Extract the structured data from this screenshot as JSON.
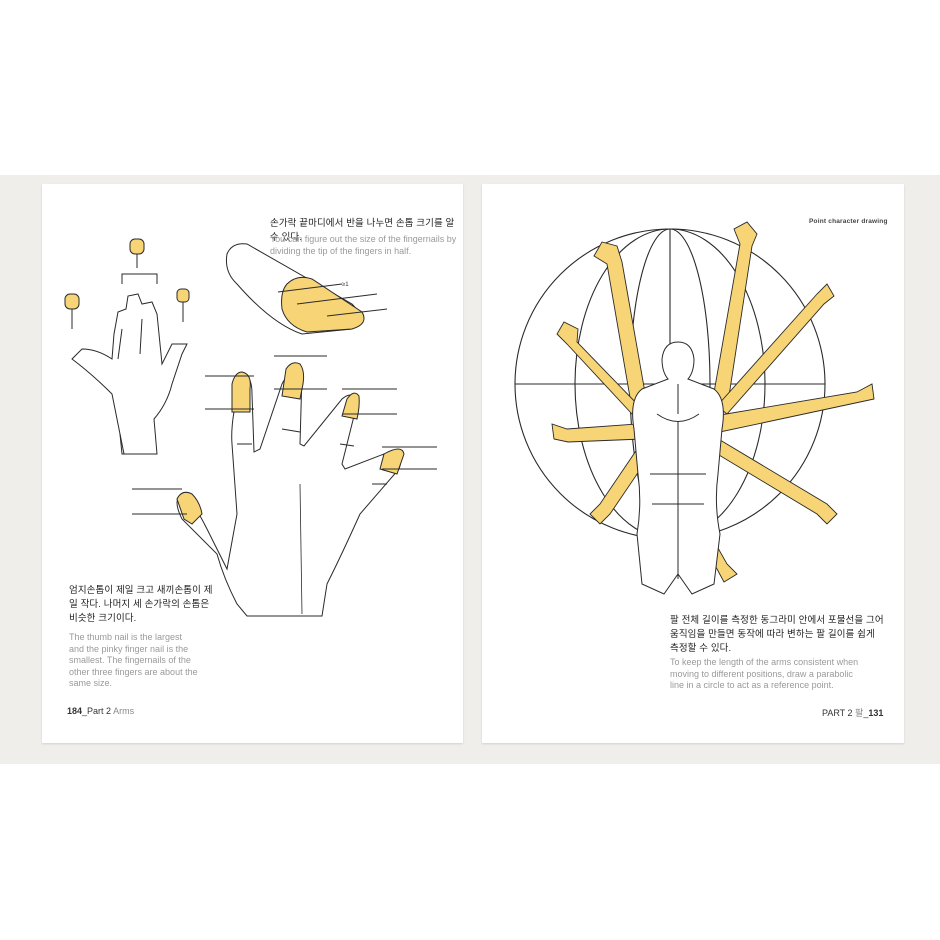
{
  "left_page": {
    "caption_top": {
      "korean": "손가락 끝마디에서 반을 나누면 손톱 크기를 알 수 있다.",
      "english_line1": "You can figure out the size of the fingernails by",
      "english_line2": "dividing the tip of the fingers in half."
    },
    "caption_bottom": {
      "korean_line1": "엄지손톱이 제일 크고 새끼손톱이 제",
      "korean_line2": "일 작다. 나머지 세 손가락의 손톱은",
      "korean_line3": "비슷한 크기이다.",
      "english_line1": "The thumb nail is the largest",
      "english_line2": "and the pinky finger nail is the",
      "english_line3": "smallest. The fingernails of the",
      "english_line4": "other three fingers are about the",
      "english_line5": "same size."
    },
    "footer": {
      "page_number": "184",
      "separator": "_",
      "part": "Part 2",
      "section": "Arms"
    },
    "annotation_small": "≥1"
  },
  "right_page": {
    "header": "Point character drawing",
    "caption": {
      "korean_line1": "팔 전체 길이를 측정한 동그라미 안에서 포물선을 그어",
      "korean_line2": "움직임을 만들면 동작에 따라 변하는 팔 길이를 쉽게",
      "korean_line3": "측정할 수 있다.",
      "english_line1": "To keep the length of the arms consistent when",
      "english_line2": "moving to different positions, draw a parabolic",
      "english_line3": "line in a circle to act as a reference point."
    },
    "footer": {
      "part": "PART 2",
      "section": "팔",
      "separator": "_",
      "page_number": "131"
    }
  },
  "colors": {
    "highlight": "#f7d475",
    "line": "#2a2a2a",
    "background_band": "#efeeea"
  }
}
